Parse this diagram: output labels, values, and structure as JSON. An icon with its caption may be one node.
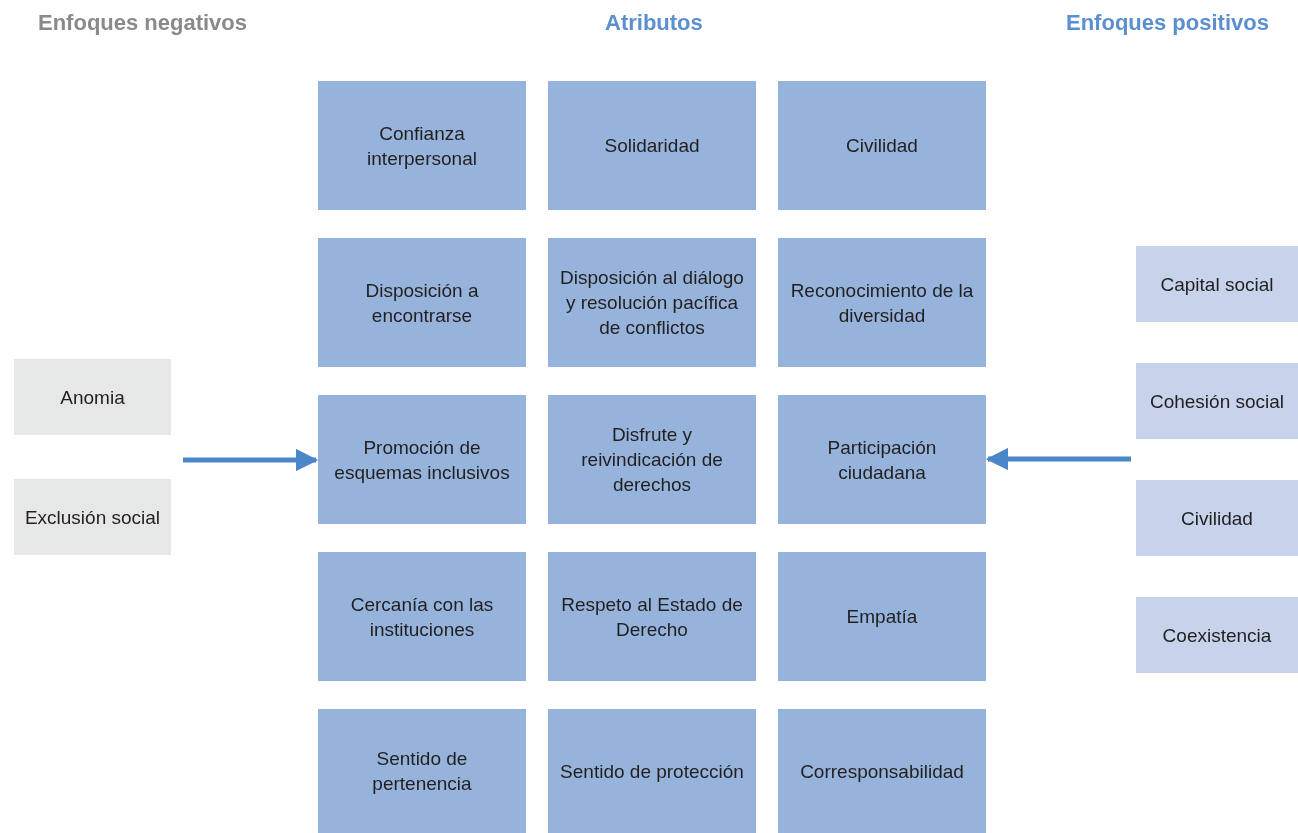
{
  "diagram": {
    "nodes": [
      {
        "text": [
          "Confianza interpersonal"
        ]
      },
      {
        "text": [
          "Solidaridad"
        ]
      },
      {
        "text": [
          "Civilidad"
        ]
      },
      {
        "text": [
          "Disposición a encontrarse"
        ]
      },
      {
        "text": [
          "Disposición al diálogo y resolución pacífica de conflictos"
        ]
      },
      {
        "text": [
          "Reconocimiento de la diversidad"
        ]
      },
      {
        "text": [
          "Promoción de esquemas inclusivos"
        ]
      },
      {
        "text": [
          "Disfrute y reivindicación de derechos"
        ]
      },
      {
        "text": [
          "Participación ciudadana"
        ]
      },
      {
        "text": [
          "Cercanía con las instituciones"
        ]
      },
      {
        "text": [
          "Respeto al Estado de Derecho"
        ]
      },
      {
        "text": [
          "Empatía"
        ]
      },
      {
        "text": [
          "Sentido de pertenencia"
        ]
      },
      {
        "text": [
          "Sentido de protección"
        ]
      },
      {
        "text": [
          "Corresponsabilidad"
        ]
      },
      {
        "text": [
          "Anomia"
        ]
      },
      {
        "text": [
          "Exclusión social"
        ]
      },
      {
        "text": [
          "Capital social"
        ]
      },
      {
        "text": [
          "Cohesión social"
        ]
      },
      {
        "text": [
          "Civilidad"
        ]
      },
      {
        "text": [
          "Coexistencia"
        ]
      }
    ],
    "edges": [
      {
        "from": null,
        "to": 6,
        "arrow": "to"
      },
      {
        "from": null,
        "to": 8,
        "arrow": "to"
      }
    ],
    "labels": [
      "Enfoques negativos",
      "Atributos",
      "Enfoques positivos"
    ]
  }
}
